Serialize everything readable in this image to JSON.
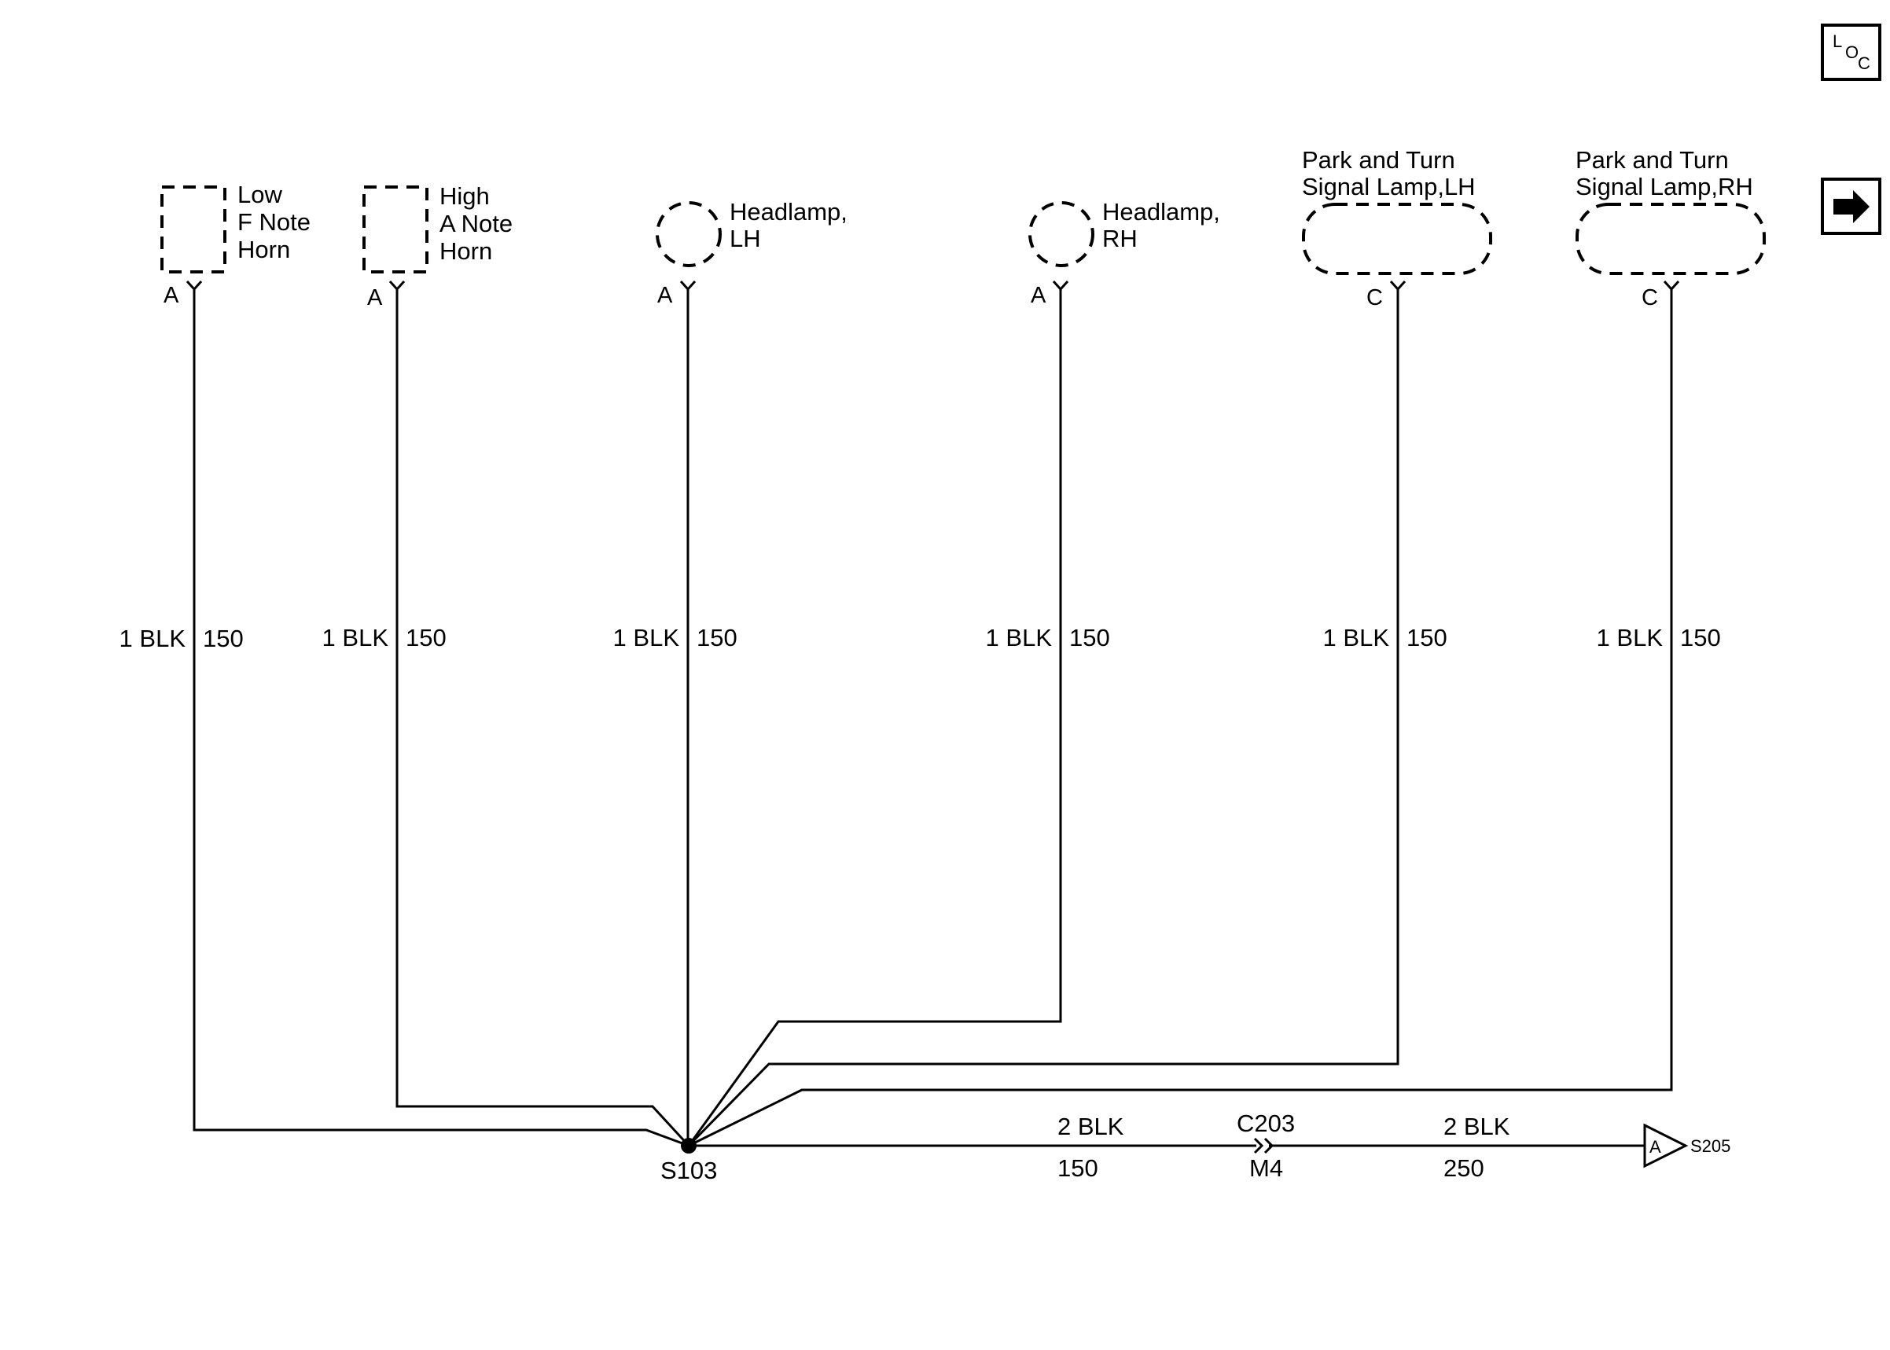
{
  "components": {
    "low_horn": [
      "Low",
      "F Note",
      "Horn"
    ],
    "high_horn": [
      "High",
      "A Note",
      "Horn"
    ],
    "headlamp_lh": [
      "Headlamp,",
      "LH"
    ],
    "headlamp_rh": [
      "Headlamp,",
      "RH"
    ],
    "park_lh": [
      "Park and Turn",
      "Signal Lamp,LH"
    ],
    "park_rh": [
      "Park and Turn",
      "Signal Lamp,RH"
    ]
  },
  "pins": {
    "low_horn": "A",
    "high_horn": "A",
    "headlamp_lh": "A",
    "headlamp_rh": "A",
    "park_lh": "C",
    "park_rh": "C"
  },
  "branch_wire": {
    "size_color": "1 BLK",
    "circuit": "150"
  },
  "splice": "S103",
  "main_wire_1": {
    "size_color": "2 BLK",
    "circuit": "150"
  },
  "connector": {
    "id": "C203",
    "pin": "M4"
  },
  "main_wire_2": {
    "size_color": "2 BLK",
    "circuit": "250"
  },
  "offpage": {
    "letter": "A",
    "target": "S205"
  },
  "loc_button": {
    "l": "L",
    "o": "O",
    "c": "C"
  },
  "next_icon": "arrow-right-icon"
}
